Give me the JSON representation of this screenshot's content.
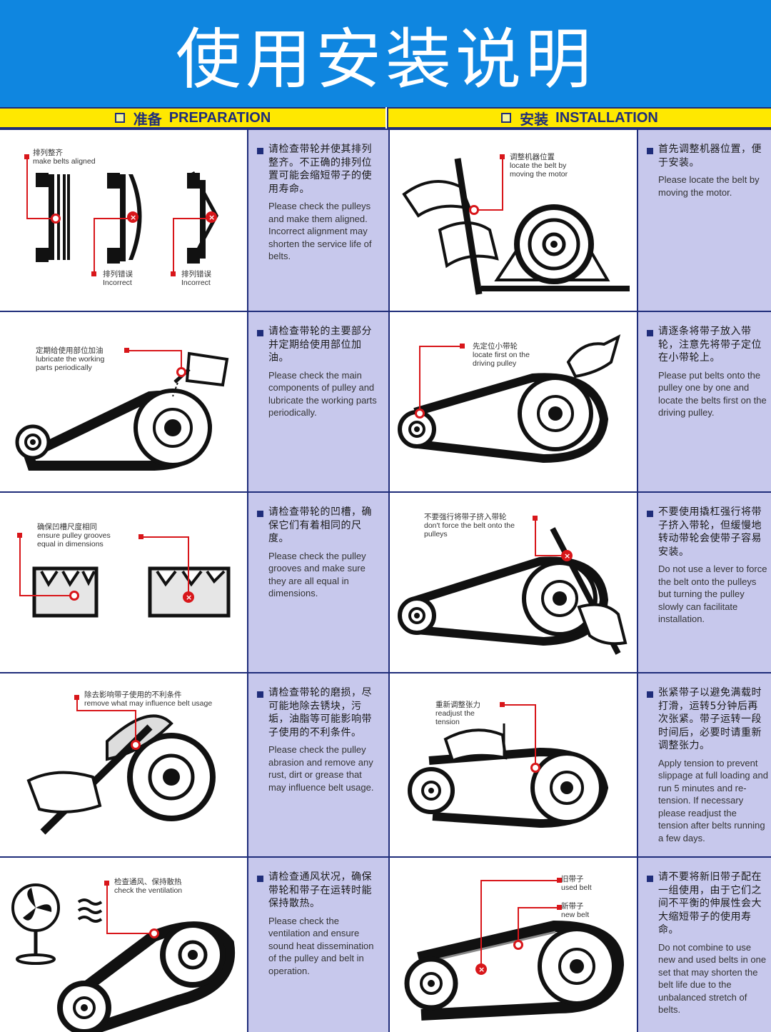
{
  "title": "使用安装说明",
  "sections": {
    "preparation": {
      "cn": "准备",
      "en": "PREPARATION"
    },
    "installation": {
      "cn": "安装",
      "en": "INSTALLATION"
    }
  },
  "preparation": [
    {
      "labels": [
        {
          "cn": "排列整齐",
          "en": "make belts aligned"
        },
        {
          "cn": "排列错误",
          "en": "Incorrect"
        },
        {
          "cn": "排列错误",
          "en": "Incorrect"
        }
      ],
      "cn": "请检查带轮并使其排列整齐。不正确的排列位置可能会缩短带子的使用寿命。",
      "en": "Please check the pulleys and make them aligned. Incorrect alignment may shorten the service life of belts."
    },
    {
      "labels": [
        {
          "cn": "定期给使用部位加油",
          "en": "lubricate the working parts periodically"
        }
      ],
      "cn": "请检查带轮的主要部分并定期给使用部位加油。",
      "en": "Please check the main components of pulley and lubricate the working parts periodically."
    },
    {
      "labels": [
        {
          "cn": "确保凹槽尺度相同",
          "en": "ensure pulley grooves equal in dimensions"
        }
      ],
      "cn": "请检查带轮的凹槽，确保它们有着相同的尺度。",
      "en": "Please check the pulley grooves and make sure they are all equal in dimensions."
    },
    {
      "labels": [
        {
          "cn": "除去影响带子使用的不利条件",
          "en": "remove what may influence belt usage"
        }
      ],
      "cn": "请检查带轮的磨损，尽可能地除去锈块，污垢，油脂等可能影响带子使用的不利条件。",
      "en": "Please check the pulley abrasion and remove any rust, dirt or grease that may influence belt usage."
    },
    {
      "labels": [
        {
          "cn": "检查通风、保持散热",
          "en": "check the ventilation"
        }
      ],
      "cn": "请检查通风状况，确保带轮和带子在运转时能保持散热。",
      "en": "Please check the ventilation and ensure sound heat dissemination of the pulley and belt in operation."
    }
  ],
  "installation": [
    {
      "labels": [
        {
          "cn": "调整机器位置",
          "en": "locate the belt by moving the motor"
        }
      ],
      "cn": "首先调整机器位置，便于安装。",
      "en": "Please locate the belt by moving the motor."
    },
    {
      "labels": [
        {
          "cn": "先定位小带轮",
          "en": "locate first on the driving pulley"
        }
      ],
      "cn": "请逐条将带子放入带轮，注意先将带子定位在小带轮上。",
      "en": "Please put belts onto the pulley one by one and locate the belts first on the driving pulley."
    },
    {
      "labels": [
        {
          "cn": "不要强行将带子挤入带轮",
          "en": "don't force the belt onto the pulleys"
        }
      ],
      "cn": "不要使用撬杠强行将带子挤入带轮，但缓慢地转动带轮会使带子容易安装。",
      "en": "Do not use a lever to force the belt onto the pulleys but turning the pulley slowly can facilitate installation."
    },
    {
      "labels": [
        {
          "cn": "重新调整张力",
          "en": "readjust the tension"
        }
      ],
      "cn": "张紧带子以避免满载时打滑，运转5分钟后再次张紧。带子运转一段时间后，必要时请重新调整张力。",
      "en": "Apply tension to prevent slippage at full loading and run 5 minutes and re-tension. If necessary please readjust the tension after belts running a few days."
    },
    {
      "labels": [
        {
          "cn": "旧带子",
          "en": "used belt"
        },
        {
          "cn": "新带子",
          "en": "new belt"
        }
      ],
      "cn": "请不要将新旧带子配在一组使用，由于它们之间不平衡的伸展性会大大缩短带子的使用寿命。",
      "en": "Do not combine to use new and used belts in one set that may shorten the belt life due to the unbalanced stretch of belts."
    }
  ]
}
